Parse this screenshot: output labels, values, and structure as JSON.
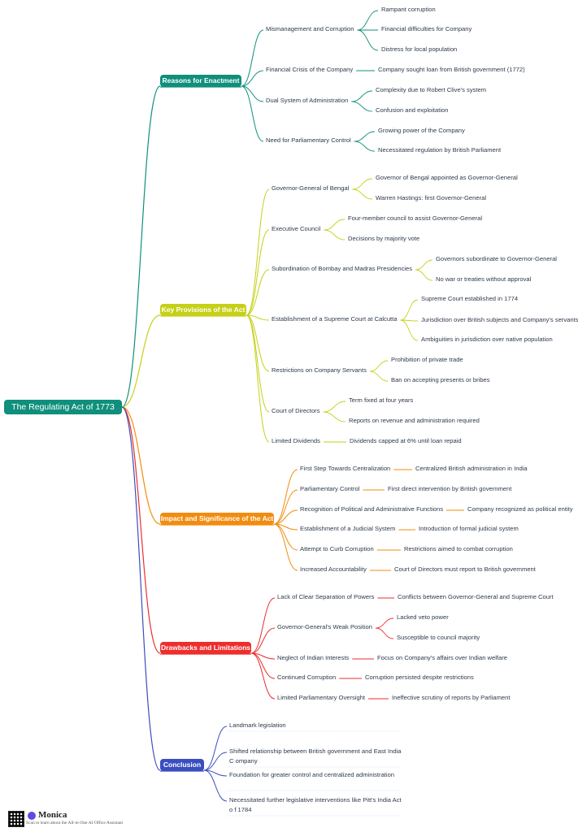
{
  "root": {
    "label": "The Regulating Act of 1773"
  },
  "branches": {
    "reasons": {
      "label": "Reasons for Enactment",
      "color": "#0f8f7c",
      "items": [
        {
          "label": "Mismanagement and Corruption",
          "children": [
            "Rampant corruption",
            "Financial difficulties for Company",
            "Distress for local population"
          ]
        },
        {
          "label": "Financial Crisis of the Company",
          "children": [
            "Company sought loan from British government (1772)"
          ]
        },
        {
          "label": "Dual System of Administration",
          "children": [
            "Complexity due to Robert Clive's system",
            "Confusion and exploitation"
          ]
        },
        {
          "label": "Need for Parliamentary Control",
          "children": [
            "Growing power of the Company",
            "Necessitated regulation by British Parliament"
          ]
        }
      ]
    },
    "provisions": {
      "label": "Key Provisions of the Act",
      "color": "#c5d017",
      "items": [
        {
          "label": "Governor-General of Bengal",
          "children": [
            "Governor of Bengal appointed as Governor-General",
            "Warren Hastings: first Governor-General"
          ]
        },
        {
          "label": "Executive Council",
          "children": [
            "Four-member council to assist Governor-General",
            "Decisions by majority vote"
          ]
        },
        {
          "label": "Subordination of Bombay and Madras Presidencies",
          "children": [
            "Governors subordinate to Governor-General",
            "No war or treaties without approval"
          ]
        },
        {
          "label": "Establishment of a Supreme Court at Calcutta",
          "children": [
            "Supreme Court established in 1774",
            "Jurisdiction over British subjects and Company's servants",
            "Ambiguities in jurisdiction over native population"
          ]
        },
        {
          "label": "Restrictions on Company Servants",
          "children": [
            "Prohibition of private trade",
            "Ban on accepting presents or bribes"
          ]
        },
        {
          "label": "Court of Directors",
          "children": [
            "Term fixed at four years",
            "Reports on revenue and administration required"
          ]
        },
        {
          "label": "Limited Dividends",
          "children": [
            "Dividends capped at 6% until loan repaid"
          ]
        }
      ]
    },
    "impact": {
      "label": "Impact and Significance of the Act",
      "color": "#f28c0f",
      "items": [
        {
          "label": "First Step Towards Centralization",
          "children": [
            "Centralized British administration in India"
          ]
        },
        {
          "label": "Parliamentary Control",
          "children": [
            "First direct intervention by British government"
          ]
        },
        {
          "label": "Recognition of Political and Administrative Functions",
          "children": [
            "Company recognized as political entity"
          ]
        },
        {
          "label": "Establishment of a Judicial System",
          "children": [
            "Introduction of formal judicial system"
          ]
        },
        {
          "label": "Attempt to Curb Corruption",
          "children": [
            "Restrictions aimed to combat corruption"
          ]
        },
        {
          "label": "Increased Accountability",
          "children": [
            "Court of Directors must report to British government"
          ]
        }
      ]
    },
    "drawbacks": {
      "label": "Drawbacks and Limitations",
      "color": "#ee2d2d",
      "items": [
        {
          "label": "Lack of Clear Separation of Powers",
          "children": [
            "Conflicts between Governor-General and Supreme Court"
          ]
        },
        {
          "label": "Governor-General's Weak Position",
          "children": [
            "Lacked veto power",
            "Susceptible to council majority"
          ]
        },
        {
          "label": "Neglect of Indian Interests",
          "children": [
            "Focus on Company's affairs over Indian welfare"
          ]
        },
        {
          "label": "Continued Corruption",
          "children": [
            "Corruption persisted despite restrictions"
          ]
        },
        {
          "label": "Limited Parliamentary Oversight",
          "children": [
            "Ineffective scrutiny of reports by Parliament"
          ]
        }
      ]
    },
    "conclusion": {
      "label": "Conclusion",
      "color": "#3b4ec0",
      "items": [
        {
          "label": "Landmark legislation",
          "children": []
        },
        {
          "label": "Shifted relationship between British government and East India C ompany",
          "children": []
        },
        {
          "label": "Foundation for greater control and centralized administration",
          "children": []
        },
        {
          "label": "Necessitated further legislative interventions like Pitt's India Act o f 1784",
          "children": []
        }
      ]
    }
  },
  "footer": {
    "brand": "Monica",
    "tagline": "Scan to learn about the All-in-One AI Office Assistant"
  }
}
